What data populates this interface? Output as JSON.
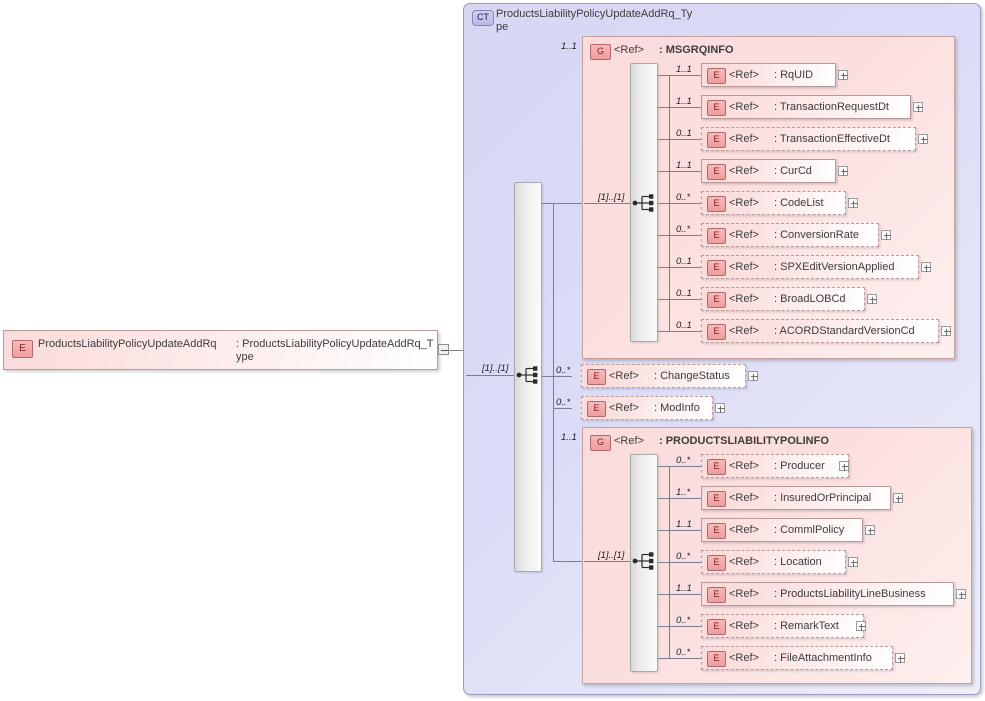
{
  "diagram": {
    "kind": "xsd-schema-tree",
    "root_element": {
      "icon": "E",
      "name": "ProductsLiabilityPolicyUpdateAddRq",
      "type": ": ProductsLiabilityPolicyUpdateAddRq_Type",
      "toggle": "minus"
    },
    "complex_type": {
      "badge": "CT",
      "title": "ProductsLiabilityPolicyUpdateAddRq_Type",
      "compositor": "sequence",
      "cardinality": "[1]..[1]"
    },
    "colors": {
      "ct_border": "#9a9ac4",
      "ct_fill": "#dcdcf6",
      "group_border": "#c8a0a0",
      "group_fill": "#fbdede",
      "element_border": "#b9999a",
      "badge_red": "#ef9d9d",
      "line": "#7d7d8f"
    },
    "children": [
      {
        "node_type": "group",
        "badge": "G",
        "ref": "<Ref>",
        "name": ": MSGRQINFO",
        "cardinality": "1..1",
        "compositor_cardinality": "[1]..[1]",
        "items": [
          {
            "badge": "E",
            "ref": "<Ref>",
            "name": ": RqUID",
            "cardinality": "1..1",
            "optional": false,
            "toggle": "plus"
          },
          {
            "badge": "E",
            "ref": "<Ref>",
            "name": ": TransactionRequestDt",
            "cardinality": "1..1",
            "optional": false,
            "toggle": "plus"
          },
          {
            "badge": "E",
            "ref": "<Ref>",
            "name": ": TransactionEffectiveDt",
            "cardinality": "0..1",
            "optional": true,
            "toggle": "plus"
          },
          {
            "badge": "E",
            "ref": "<Ref>",
            "name": ": CurCd",
            "cardinality": "1..1",
            "optional": false,
            "toggle": "plus"
          },
          {
            "badge": "E",
            "ref": "<Ref>",
            "name": ": CodeList",
            "cardinality": "0..*",
            "optional": true,
            "toggle": "plus"
          },
          {
            "badge": "E",
            "ref": "<Ref>",
            "name": ": ConversionRate",
            "cardinality": "0..*",
            "optional": true,
            "toggle": "plus"
          },
          {
            "badge": "E",
            "ref": "<Ref>",
            "name": ": SPXEditVersionApplied",
            "cardinality": "0..1",
            "optional": true,
            "toggle": "plus"
          },
          {
            "badge": "E",
            "ref": "<Ref>",
            "name": ": BroadLOBCd",
            "cardinality": "0..1",
            "optional": true,
            "toggle": "plus"
          },
          {
            "badge": "E",
            "ref": "<Ref>",
            "name": ": ACORDStandardVersionCd",
            "cardinality": "0..1",
            "optional": true,
            "toggle": "plus"
          }
        ]
      },
      {
        "node_type": "element",
        "badge": "E",
        "ref": "<Ref>",
        "name": ": ChangeStatus",
        "cardinality": "0..*",
        "optional": true,
        "toggle": "plus"
      },
      {
        "node_type": "element",
        "badge": "E",
        "ref": "<Ref>",
        "name": ": ModInfo",
        "cardinality": "0..*",
        "optional": true,
        "toggle": "plus"
      },
      {
        "node_type": "group",
        "badge": "G",
        "ref": "<Ref>",
        "name": ": PRODUCTSLIABILITYPOLINFO",
        "cardinality": "1..1",
        "compositor_cardinality": "[1]..[1]",
        "items": [
          {
            "badge": "E",
            "ref": "<Ref>",
            "name": ": Producer",
            "cardinality": "0..*",
            "optional": true,
            "toggle": "plus"
          },
          {
            "badge": "E",
            "ref": "<Ref>",
            "name": ": InsuredOrPrincipal",
            "cardinality": "1..*",
            "optional": false,
            "toggle": "plus"
          },
          {
            "badge": "E",
            "ref": "<Ref>",
            "name": ": CommlPolicy",
            "cardinality": "1..1",
            "optional": false,
            "toggle": "plus"
          },
          {
            "badge": "E",
            "ref": "<Ref>",
            "name": ": Location",
            "cardinality": "0..*",
            "optional": true,
            "toggle": "plus"
          },
          {
            "badge": "E",
            "ref": "<Ref>",
            "name": ": ProductsLiabilityLineBusiness",
            "cardinality": "1..1",
            "optional": false,
            "toggle": "plus"
          },
          {
            "badge": "E",
            "ref": "<Ref>",
            "name": ": RemarkText",
            "cardinality": "0..*",
            "optional": true,
            "toggle": "plus"
          },
          {
            "badge": "E",
            "ref": "<Ref>",
            "name": ": FileAttachmentInfo",
            "cardinality": "0..*",
            "optional": true,
            "toggle": "plus"
          }
        ]
      }
    ]
  }
}
